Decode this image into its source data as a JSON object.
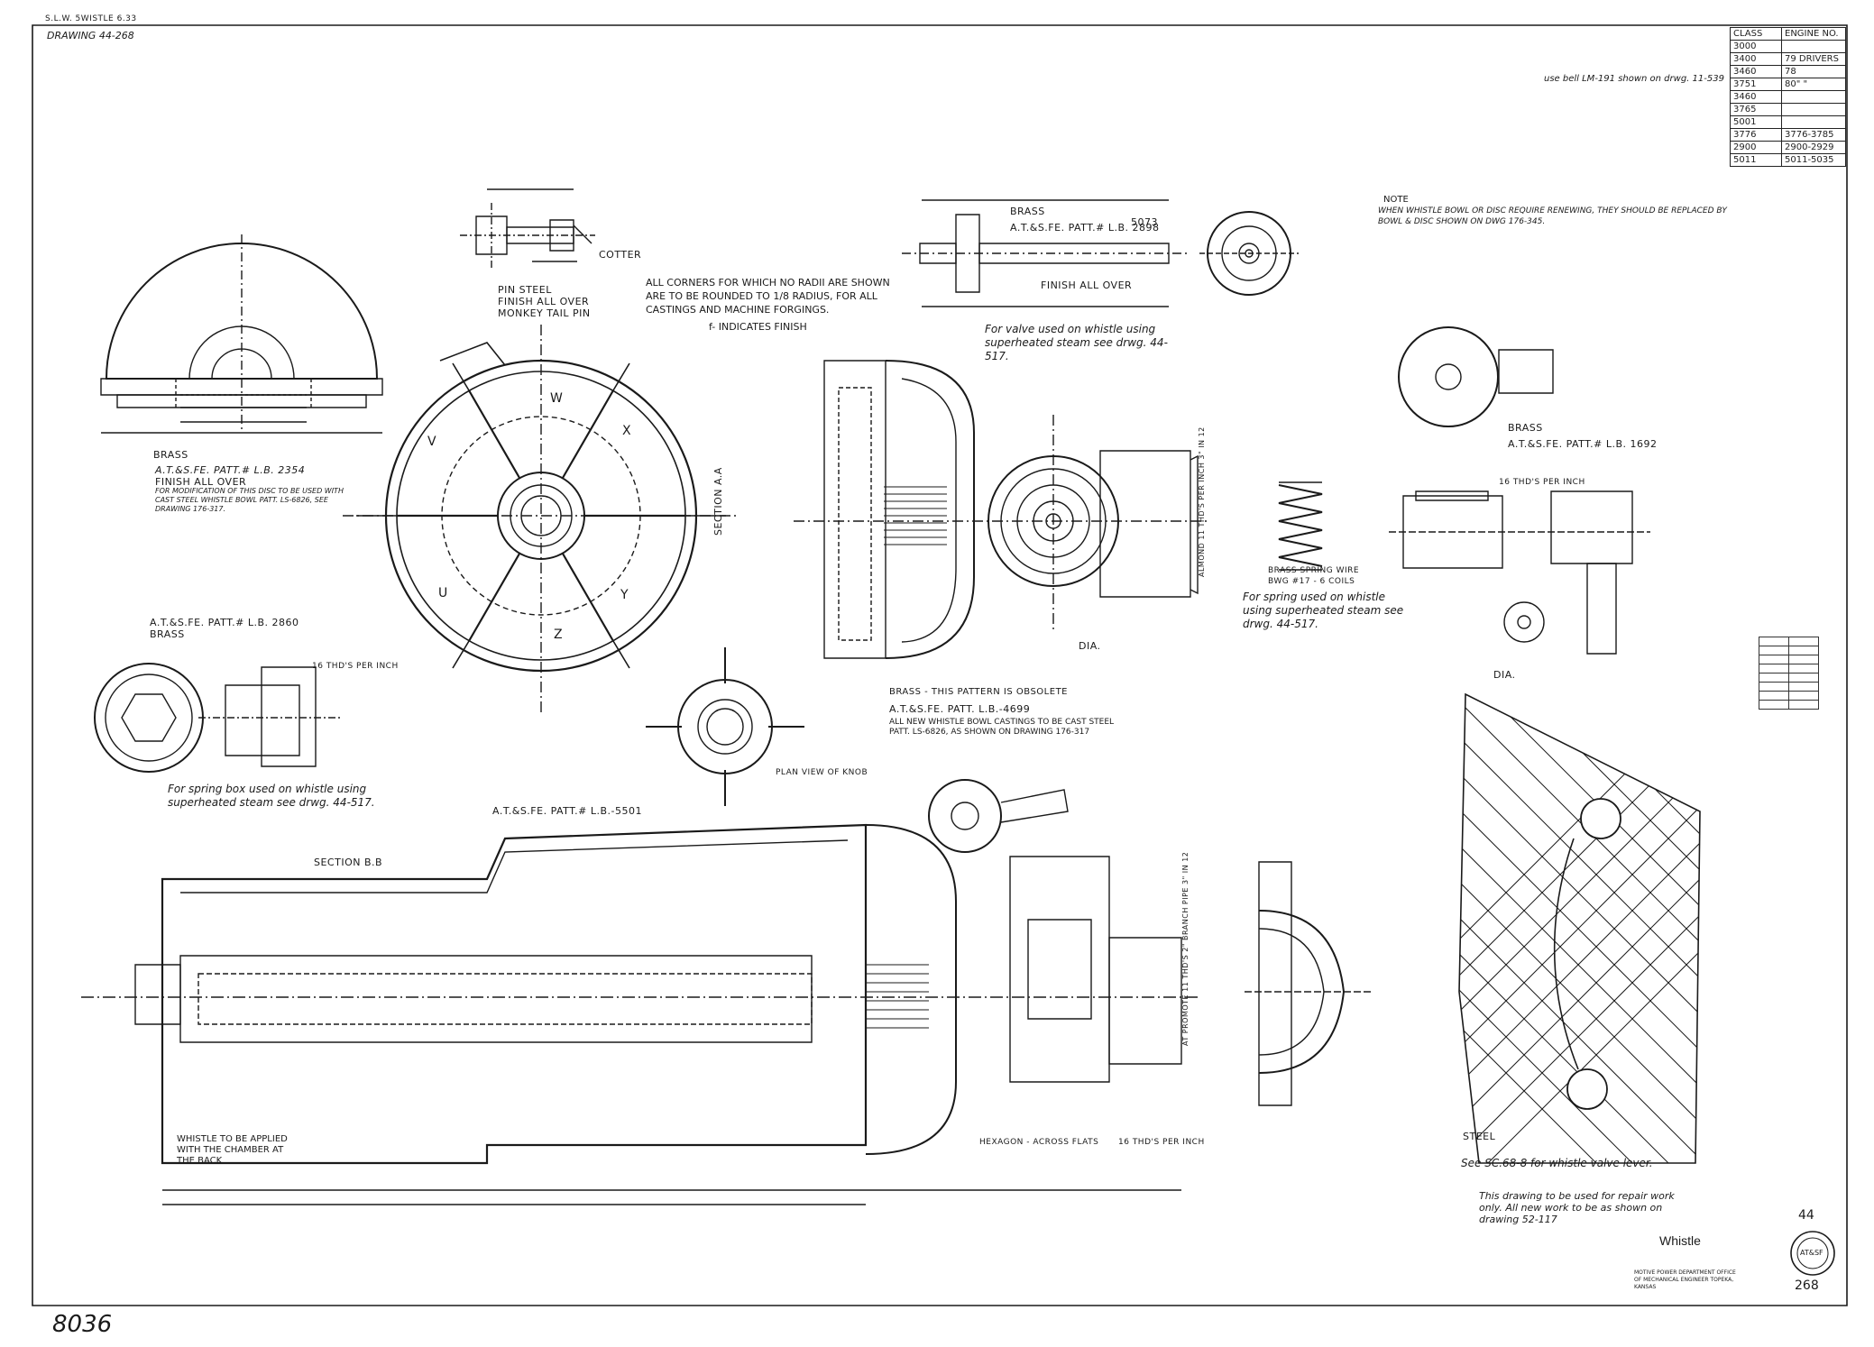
{
  "header": {
    "corner_ref": "S.L.W. 5WISTLE 6.33",
    "drawing_no": "DRAWING 44-268",
    "bell_note": "use bell LM-191 shown on drwg. 11-539"
  },
  "class_table": {
    "headers": [
      "CLASS",
      "ENGINE NO."
    ],
    "rows": [
      [
        "3000",
        ""
      ],
      [
        "3400",
        "79 DRIVERS"
      ],
      [
        "3460",
        "78"
      ],
      [
        "3751",
        "80\"  \""
      ],
      [
        "3460",
        ""
      ],
      [
        "3765",
        ""
      ],
      [
        "5001",
        ""
      ],
      [
        "3776",
        "3776-3785"
      ],
      [
        "2900",
        "2900-2929"
      ],
      [
        "5011",
        "5011-5035"
      ]
    ]
  },
  "notes": {
    "corners": "ALL CORNERS FOR WHICH NO RADII ARE SHOWN ARE TO BE ROUNDED TO 1/8 RADIUS, FOR ALL CASTINGS AND MACHINE FORGINGS.",
    "finish": "f- INDICATES FINISH",
    "note_title": "NOTE",
    "note_body": "WHEN WHISTLE BOWL OR DISC REQUIRE RENEWING, THEY SHOULD BE REPLACED BY BOWL & DISC SHOWN ON DWG 176-345.",
    "repair": "This drawing to be used for repair work only. All new work to be as shown on drawing 52-117",
    "valve_lever": "See SC.68-8 for whistle valve lever.",
    "whistle_back": "WHISTLE TO BE APPLIED WITH THE CHAMBER AT THE BACK",
    "valve_superheat": "For valve used on whistle using superheated steam see drwg. 44-517.",
    "spring_superheat": "For spring used on whistle using superheated steam see drwg. 44-517.",
    "springbox_superheat": "For spring box used on whistle using superheated steam see drwg. 44-517.",
    "disc_modification": "FOR MODIFICATION OF THIS DISC TO BE USED WITH CAST STEEL WHISTLE BOWL PATT. LS-6826, SEE DRAWING 176-317.",
    "bowl_castings": "ALL NEW WHISTLE BOWL CASTINGS TO BE CAST STEEL PATT. LS-6826, AS SHOWN ON DRAWING 176-317"
  },
  "labels": {
    "brass": "BRASS",
    "steel": "STEEL",
    "patt_2354": "A.T.&S.FE. PATT.# L.B. 2354",
    "finish_all_over": "FINISH ALL OVER",
    "patt_2860": "A.T.&S.FE. PATT.# L.B. 2860",
    "patt_2898": "A.T.&S.FE. PATT.# L.B. 2898",
    "finish_all_over_2": "FINISH ALL OVER",
    "patt_4699": "A.T.&S.FE. PATT. L.B.-4699",
    "brass_obsolete": "BRASS - THIS PATTERN IS OBSOLETE",
    "patt_5501": "A.T.&S.FE. PATT.# L.B.-5501",
    "patt_1692": "A.T.&S.FE. PATT.# L.B. 1692",
    "pin": "PIN STEEL",
    "pin_finish": "FINISH ALL OVER",
    "pin_name": "MONKEY TAIL PIN",
    "cotter": "COTTER",
    "spring_wire": "BRASS SPRING WIRE",
    "spring_bwg": "BWG #17 - 6 COILS",
    "section_aa": "SECTION A.A",
    "section_bb": "SECTION B.B",
    "plan_view": "PLAN VIEW OF KNOB",
    "threads_16": "16 THD'S PER INCH",
    "threads_16b": "16 THD'S PER INCH",
    "threads_16c": "16 THD'S PER INCH",
    "hexagon": "HEXAGON - ACROSS FLATS",
    "dia": "DIA.",
    "num_5073": "5073",
    "pipe_thread": "ALMOND 11 THD'S PER INCH 3\" IN 12",
    "branch_pipe": "AT PROMOTE 11 THD'S 2\" BRANCH PIPE 3\" IN 12"
  },
  "wheel_letters": [
    "W",
    "X",
    "Y",
    "Z",
    "U",
    "V"
  ],
  "title_block": {
    "title": "Whistle",
    "sheet_no": "44",
    "sub_no": "268",
    "seal_text": "AT&SF",
    "office": "MOTIVE POWER DEPARTMENT OFFICE OF MECHANICAL ENGINEER TOPEKA, KANSAS"
  },
  "footer": {
    "file_no": "8036"
  }
}
